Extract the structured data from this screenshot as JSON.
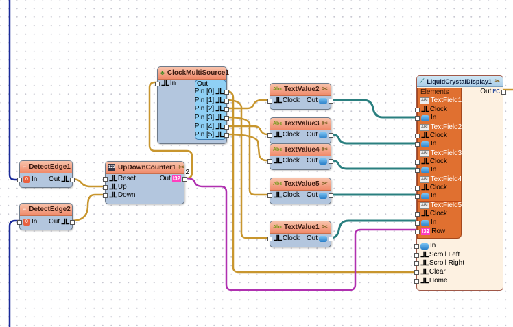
{
  "canvas": {
    "background": "#ffffff",
    "grid_dot_color": "#c8c8d2"
  },
  "colors": {
    "clock_wire": "#c8962e",
    "text_wire": "#2a7f7f",
    "int_wire": "#b030b0",
    "edge_wire": "#1a2a9a",
    "header": "#f08a6a",
    "body": "#b3c6de"
  },
  "components": {
    "detect_edge_1": {
      "title": "DetectEdge1",
      "in_label": "In",
      "out_label": "Out"
    },
    "detect_edge_2": {
      "title": "DetectEdge2",
      "in_label": "In",
      "out_label": "Out"
    },
    "up_down_counter": {
      "title": "UpDownCounter1",
      "pins": [
        "Reset",
        "Up",
        "Down"
      ],
      "out_label": "Out",
      "out_type": "I32",
      "link_count": "2"
    },
    "clock_multi_source": {
      "title": "ClockMultiSource1",
      "in_label": "In",
      "out_group": "Out",
      "pins": [
        "Pin [0]",
        "Pin [1]",
        "Pin [2]",
        "Pin [3]",
        "Pin [4]",
        "Pin [5]"
      ]
    },
    "text_values": [
      {
        "title": "TextValue2",
        "in_label": "Clock",
        "out_label": "Out"
      },
      {
        "title": "TextValue3",
        "in_label": "Clock",
        "out_label": "Out"
      },
      {
        "title": "TextValue4",
        "in_label": "Clock",
        "out_label": "Out"
      },
      {
        "title": "TextValue5",
        "in_label": "Clock",
        "out_label": "Out"
      },
      {
        "title": "TextValue1",
        "in_label": "Clock",
        "out_label": "Out"
      }
    ],
    "lcd": {
      "title": "LiquidCrystalDisplay1",
      "out_label": "Out",
      "elements_label": "Elements",
      "fields": [
        {
          "name": "TextField1",
          "pins": [
            "Clock",
            "In"
          ]
        },
        {
          "name": "TextField2",
          "pins": [
            "Clock",
            "In"
          ]
        },
        {
          "name": "TextField3",
          "pins": [
            "Clock",
            "In"
          ]
        },
        {
          "name": "TextField4",
          "pins": [
            "Clock",
            "In"
          ]
        },
        {
          "name": "TextField5",
          "pins": [
            "Clock",
            "In",
            "Row"
          ]
        }
      ],
      "row_type": "I32",
      "pins": [
        "In",
        "Scroll Left",
        "Scroll Right",
        "Clear",
        "Home"
      ]
    }
  }
}
